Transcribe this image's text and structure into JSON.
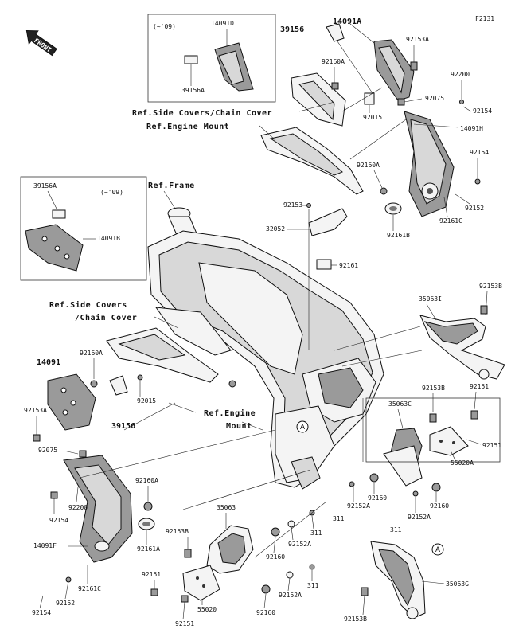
{
  "diagram": {
    "figure_code": "F2131",
    "front_label": "FRONT",
    "inset_top": {
      "year_note": "(~'09)",
      "parts": [
        "14091D",
        "39156A"
      ]
    },
    "inset_left": {
      "year_note": "(~'09)",
      "parts": [
        "39156A",
        "14091B"
      ]
    },
    "refs": {
      "side_covers_top": "Ref.Side Covers/Chain Cover",
      "engine_mount_top": "Ref.Engine Mount",
      "frame": "Ref.Frame",
      "side_covers_left_1": "Ref.Side Covers",
      "side_covers_left_2": "/Chain Cover",
      "engine_mount_left_1": "Ref.Engine",
      "engine_mount_left_2": "Mount"
    },
    "bold_parts": {
      "p14091A": "14091A",
      "p39156_top": "39156",
      "p14091": "14091",
      "p39156_left": "39156"
    },
    "circle_marker": "A",
    "labels": {
      "l92153A_top": "92153A",
      "l92160A_top": "92160A",
      "l92200_top": "92200",
      "l92075_top": "92075",
      "l92154_top": "92154",
      "l92015_top": "92015",
      "l14091H": "14091H",
      "l92154_mid": "92154",
      "l92160A_mid": "92160A",
      "l92152_top": "92152",
      "l92161C_top": "92161C",
      "l92161B": "92161B",
      "l92153_top": "92153",
      "l32052": "32052",
      "l92161": "92161",
      "l35063I": "35063I",
      "l92153B_r": "92153B",
      "l92160A_left": "92160A",
      "l92015_left": "92015",
      "l92153A_left": "92153A",
      "l92075_left": "92075",
      "l92153B_mid": "92153B",
      "l92151_r1": "92151",
      "l35063C": "35063C",
      "l92151_r2": "92151",
      "l55020A": "55020A",
      "l92160A_low": "92160A",
      "l92200_left": "92200",
      "l92154_left": "92154",
      "l14091F": "14091F",
      "l92161A": "92161A",
      "l35063": "35063",
      "l92153B_low": "92153B",
      "l311_a": "311",
      "l92152A_a": "92152A",
      "l92160_a": "92160",
      "l92152A_b": "92152A",
      "l311_b": "311",
      "l92160_b": "92160",
      "l92152A_c": "92152A",
      "l311_c": "311",
      "l92160_c": "92160",
      "l92152A_d": "92152A",
      "l311_d": "311",
      "l92160_d": "92160",
      "l92151_low": "92151",
      "l92161C_low": "92161C",
      "l55020": "55020",
      "l92152_low": "92152",
      "l92154_low": "92154",
      "l92151_bot": "92151",
      "l35063G": "35063G",
      "l92153B_bot": "92153B"
    }
  }
}
